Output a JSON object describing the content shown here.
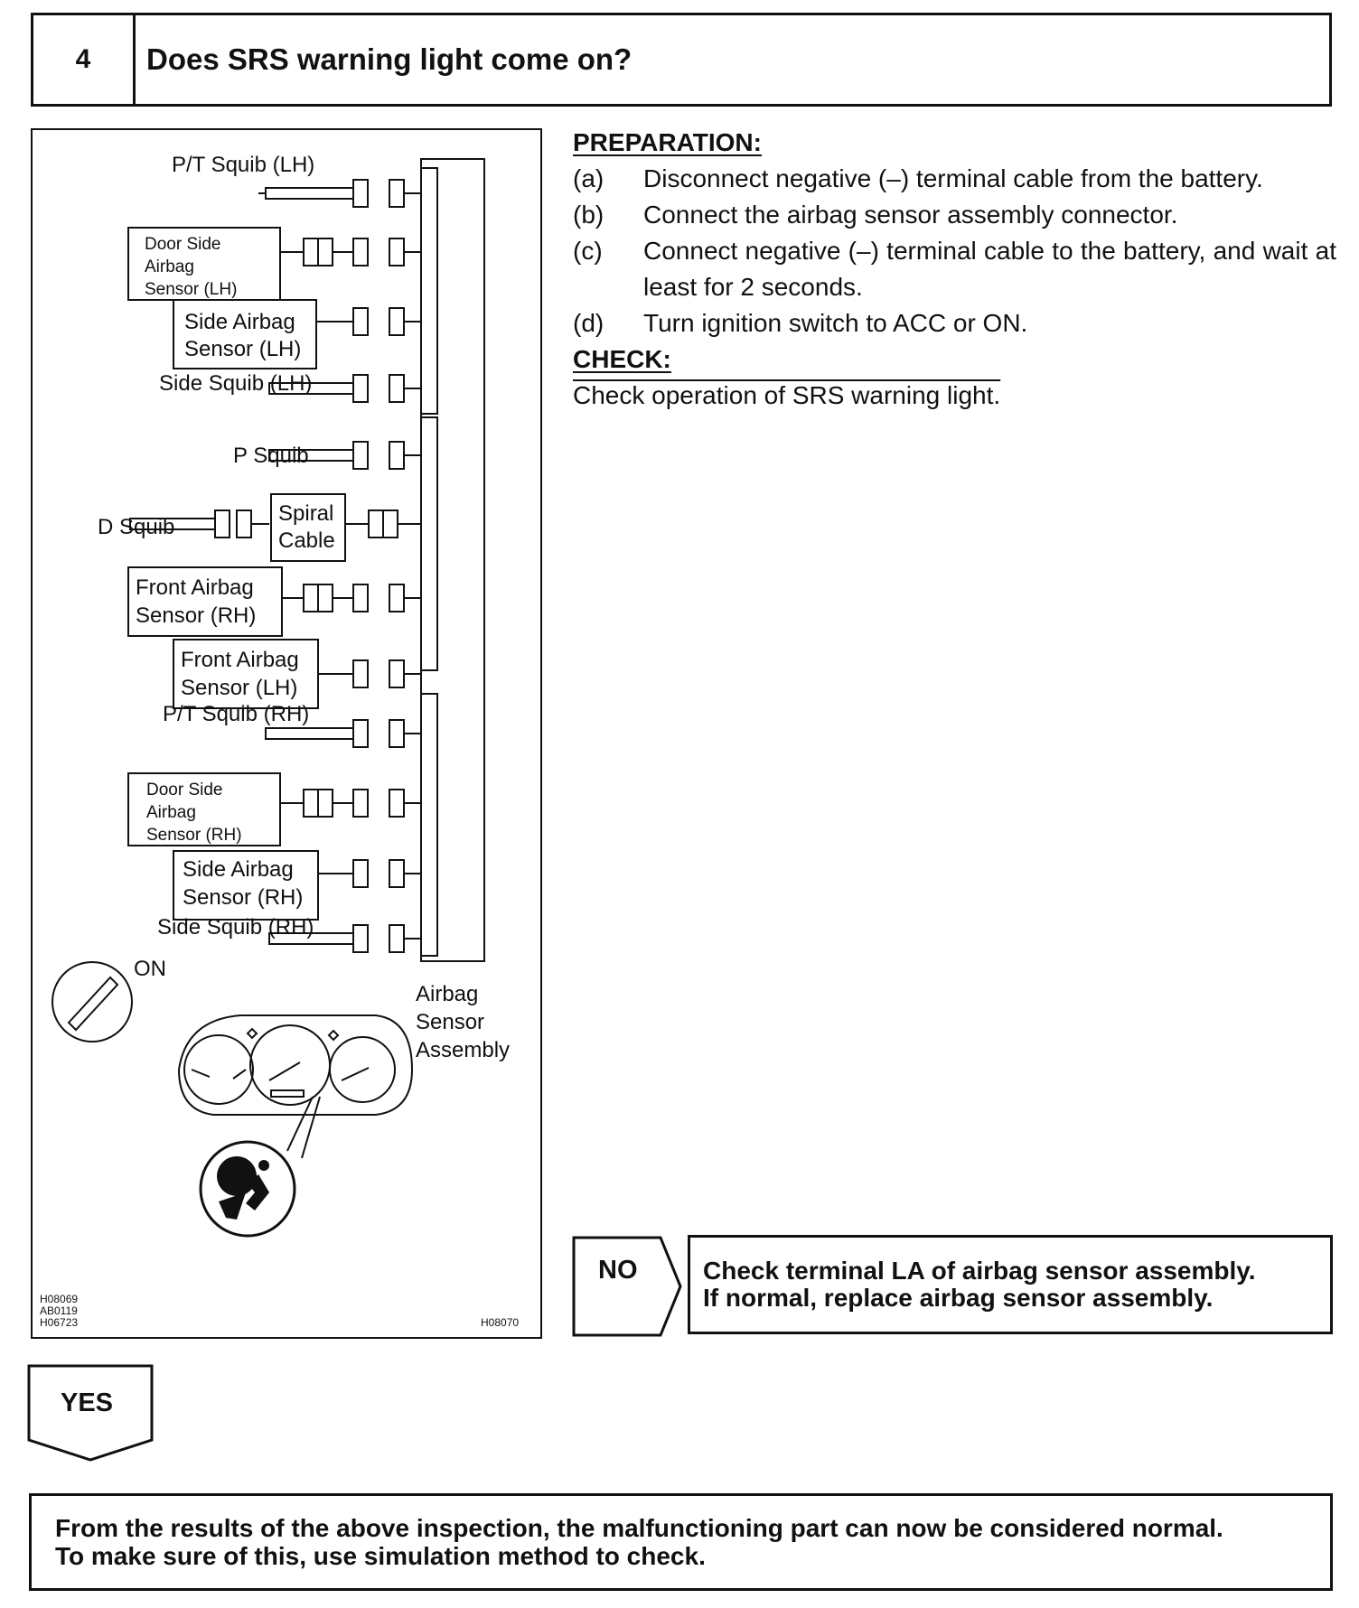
{
  "step": {
    "number": "4",
    "question": "Does SRS warning light come on?"
  },
  "diagram": {
    "labels": {
      "pt_squib_lh": "P/T Squib (LH)",
      "door_side_lh": [
        "Door Side",
        "Airbag",
        "Sensor (LH)"
      ],
      "side_airbag_sensor_lh": [
        "Side Airbag",
        "Sensor (LH)"
      ],
      "side_squib_lh": "Side Squib (LH)",
      "p_squib": "P Squib",
      "d_squib": "D Squib",
      "spiral_cable": [
        "Spiral",
        "Cable"
      ],
      "front_airbag_sensor_rh": [
        "Front Airbag",
        "Sensor (RH)"
      ],
      "front_airbag_sensor_lh": [
        "Front Airbag",
        "Sensor (LH)"
      ],
      "pt_squib_rh": "P/T Squib (RH)",
      "door_side_rh": [
        "Door Side",
        "Airbag",
        "Sensor (RH)"
      ],
      "side_airbag_sensor_rh": [
        "Side Airbag",
        "Sensor (RH)"
      ],
      "side_squib_rh": "Side Squib (RH)",
      "ignition": "ON",
      "airbag_sensor_assembly": [
        "Airbag",
        "Sensor",
        "Assembly"
      ],
      "codes_left": [
        "H08069",
        "AB0119",
        "H06723"
      ],
      "code_right": "H08070"
    }
  },
  "preparation": {
    "heading": "PREPARATION:",
    "steps": [
      {
        "label": "(a)",
        "text": "Disconnect negative (–) terminal cable from the battery."
      },
      {
        "label": "(b)",
        "text": "Connect the airbag sensor assembly connector."
      },
      {
        "label": "(c)",
        "text": "Connect negative (–) terminal cable to the battery, and wait at least for 2 seconds."
      },
      {
        "label": "(d)",
        "text": "Turn ignition switch to ACC or ON."
      }
    ]
  },
  "check": {
    "heading": "CHECK:",
    "text": "Check operation of SRS warning light."
  },
  "no_branch": {
    "label": "NO",
    "line1": "Check terminal LA of airbag sensor assembly.",
    "line2": "If normal, replace airbag sensor assembly."
  },
  "yes_branch": {
    "label": "YES"
  },
  "final_note": {
    "line1": "From the results of the above inspection, the malfunctioning part can now be considered normal.",
    "line2": "To make sure of this, use simulation method to check."
  }
}
